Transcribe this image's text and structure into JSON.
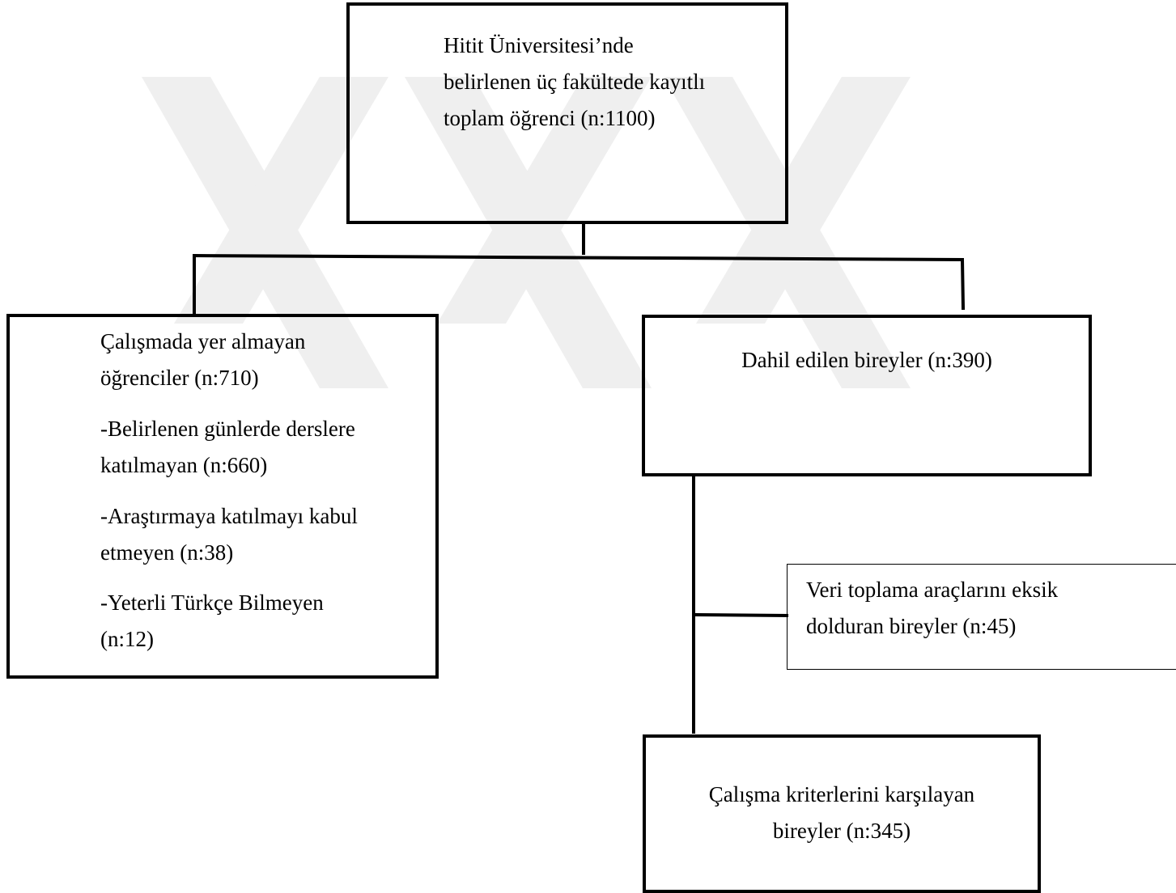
{
  "diagram": {
    "total": {
      "lines": [
        "Hitit Üniversitesi’nde",
        "belirlenen üç fakültede kayıtlı",
        "toplam öğrenci (n:1100)"
      ]
    },
    "excluded": {
      "heading_lines": [
        "Çalışmada yer almayan",
        "öğrenciler (n:710)"
      ],
      "reasons": [
        {
          "lines": [
            "-Belirlenen günlerde derslere",
            "katılmayan (n:660)"
          ]
        },
        {
          "lines": [
            "-Araştırmaya katılmayı kabul",
            "etmeyen (n:38)"
          ]
        },
        {
          "lines": [
            "-Yeterli Türkçe Bilmeyen",
            "(n:12)"
          ]
        }
      ]
    },
    "included": {
      "lines": [
        "Dahil edilen bireyler (n:390)"
      ]
    },
    "incomplete": {
      "lines": [
        "Veri toplama araçlarını eksik",
        "dolduran bireyler (n:45)"
      ]
    },
    "meeting_criteria": {
      "lines": [
        "Çalışma kriterlerini karşılayan",
        "bireyler (n:345)"
      ]
    }
  },
  "colors": {
    "stroke": "#000000",
    "watermark": "#ebebeb"
  }
}
